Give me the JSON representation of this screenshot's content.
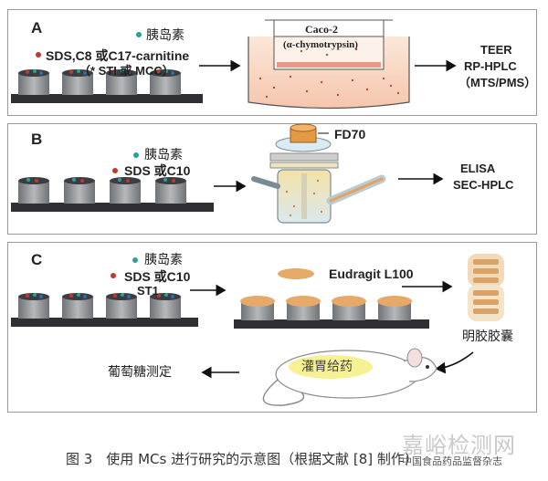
{
  "panel_a": {
    "letter": "A",
    "insulin": "胰岛素",
    "enhancer": "SDS,C8 或C17-carnitine",
    "inhibitor": "（* STI 或 MCC）",
    "model_title": "Caco-2",
    "model_sub": "(α-chymotrypsin)",
    "outputs": [
      "TEER",
      "RP-HPLC",
      "（MTS/PMS）"
    ]
  },
  "panel_b": {
    "letter": "B",
    "insulin": "胰岛素",
    "enhancer": "SDS 或C10",
    "marker": "FD70",
    "outputs": [
      "ELISA",
      "SEC-HPLC"
    ]
  },
  "panel_c": {
    "letter": "C",
    "insulin": "胰岛素",
    "enhancer": "SDS 或C10",
    "inhibitor": "ST1",
    "coating": "Eudragit L100",
    "capsule": "明胶胶囊",
    "gavage": "灌胃给药",
    "assay": "葡萄糖测定"
  },
  "caption": {
    "text": "图 3　使用 MCs 进行研究的示意图（根据文献 [8] 制作）",
    "source": "中国食品药品监督杂志"
  },
  "watermark": "嘉峪检测网",
  "colors": {
    "panel_border": "#9a9a9a",
    "mc_gray": "#8f9194",
    "mc_dark": "#2f3033",
    "coating_orange": "#e6a968",
    "gavage_yellow": "#f5f08a",
    "teal_dot": "#2aa198",
    "red_dot": "#c0392b"
  }
}
